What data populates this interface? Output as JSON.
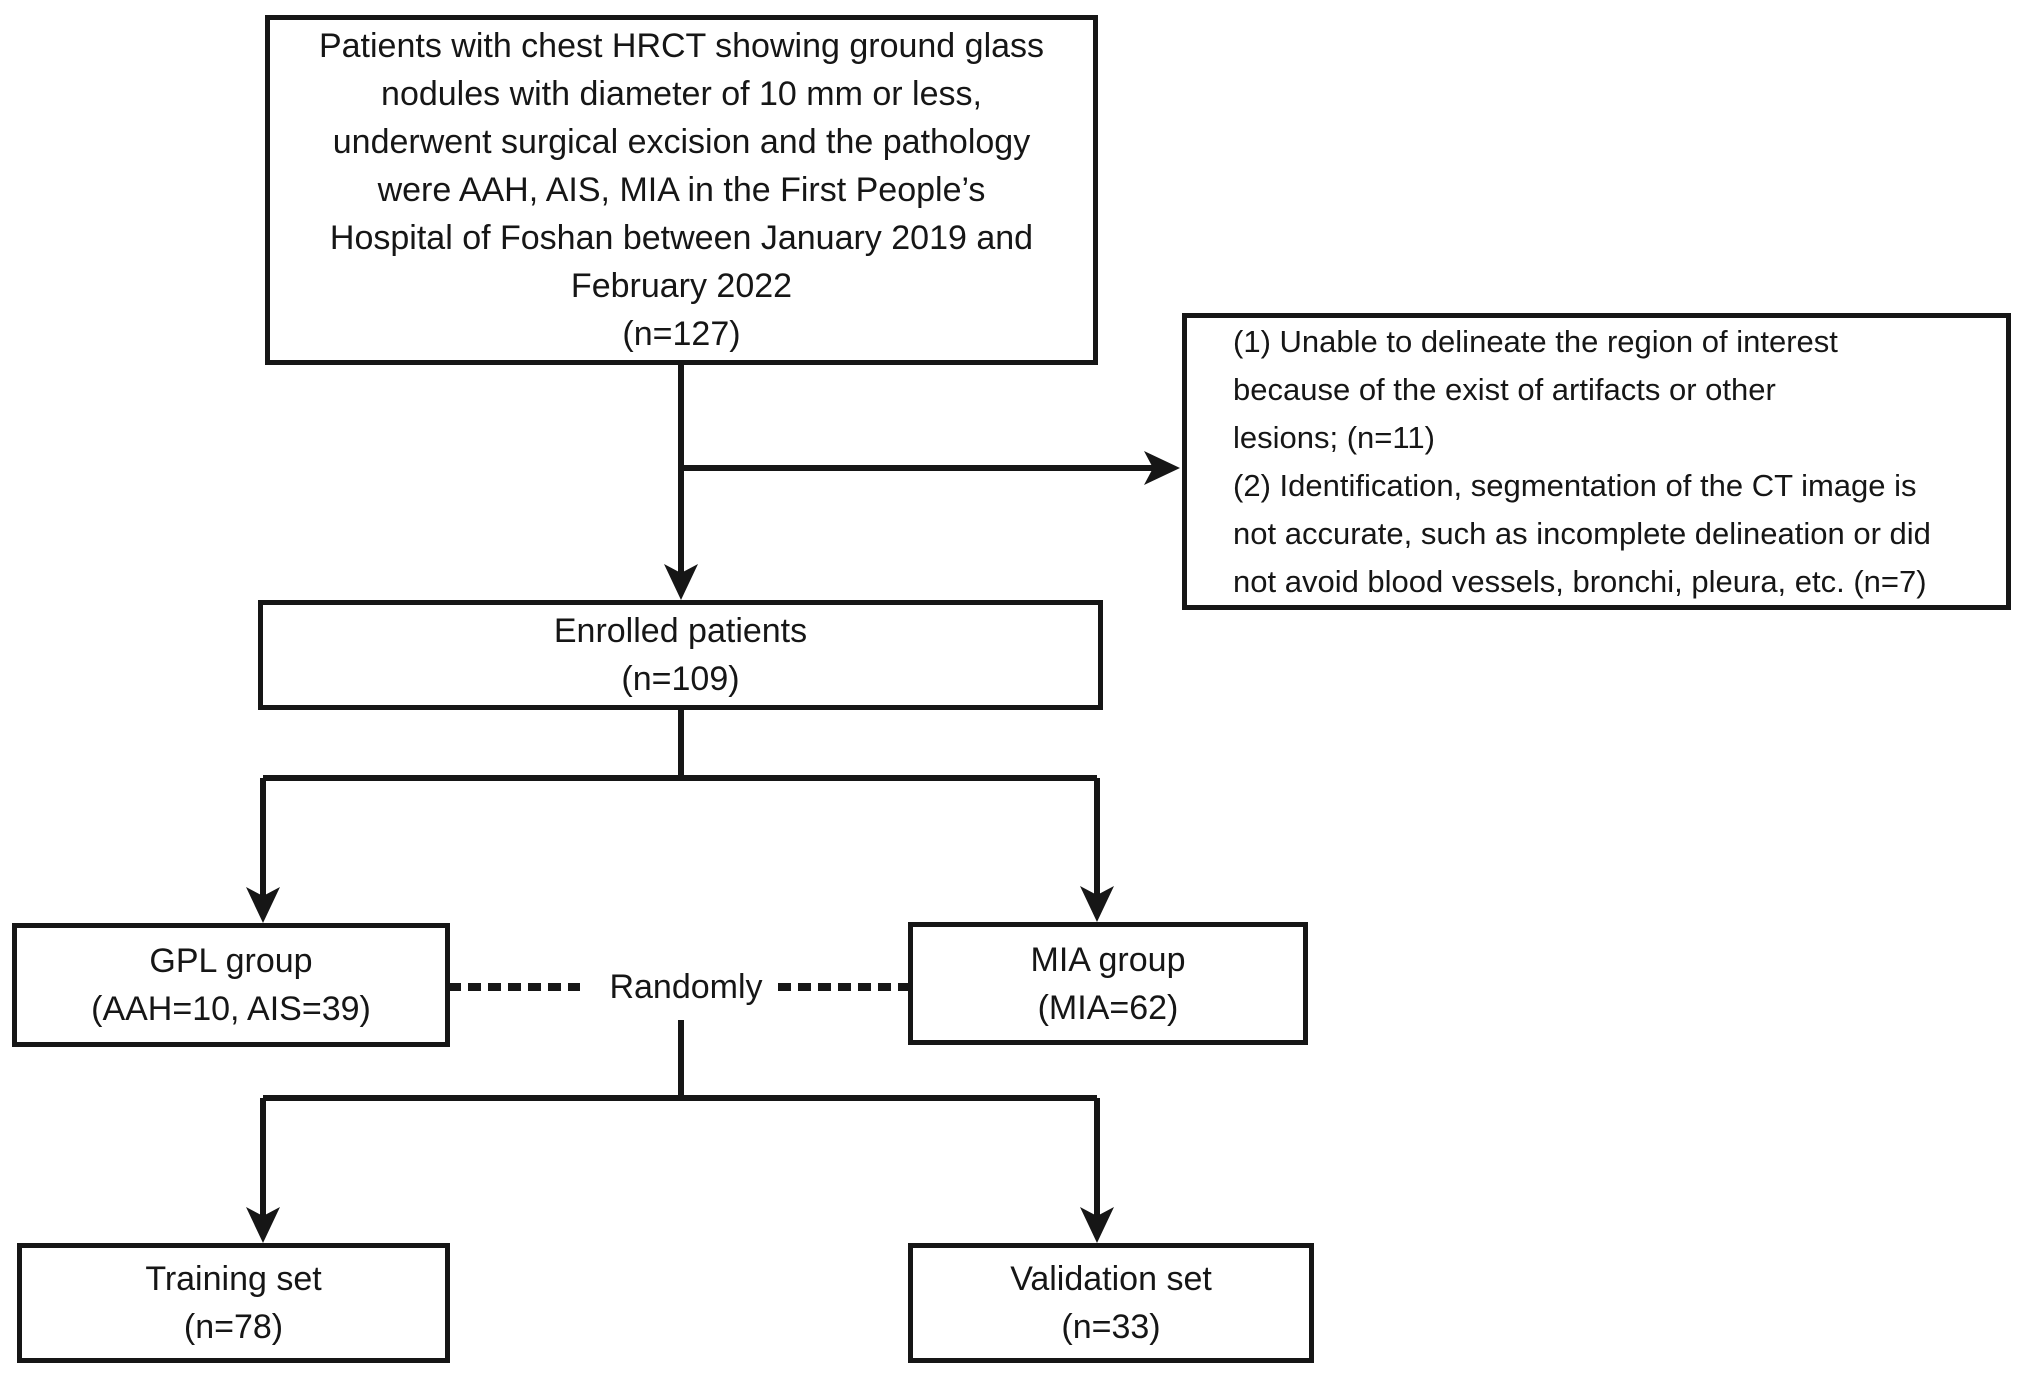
{
  "colors": {
    "line": "#161616",
    "text": "#161616",
    "background": "#ffffff",
    "box_fill": "#ffffff"
  },
  "boxes": {
    "eligible": {
      "lines": [
        "Patients with chest HRCT showing ground glass",
        "nodules with diameter of 10 mm or less,",
        "underwent surgical excision and the pathology",
        "were AAH, AIS, MIA in the First People’s",
        "Hospital of Foshan between January 2019 and",
        "February 2022",
        "(n=127)"
      ]
    },
    "exclusion": {
      "lines": [
        "(1) Unable to delineate the region of interest",
        "because of the exist of artifacts or other",
        "lesions; (n=11)",
        "(2) Identification, segmentation of the CT image is",
        "not accurate, such as incomplete delineation or did",
        "not avoid blood vessels, bronchi, pleura, etc. (n=7)"
      ]
    },
    "enrolled": {
      "lines": [
        "Enrolled patients",
        "(n=109)"
      ]
    },
    "gpl_group": {
      "lines": [
        "GPL group",
        "(AAH=10, AIS=39)"
      ]
    },
    "mia_group": {
      "lines": [
        "MIA group",
        "(MIA=62)"
      ]
    },
    "training_set": {
      "lines": [
        "Training set",
        "(n=78)"
      ]
    },
    "validation_set": {
      "lines": [
        "Validation set",
        "(n=33)"
      ]
    }
  },
  "labels": {
    "randomly": "Randomly"
  }
}
